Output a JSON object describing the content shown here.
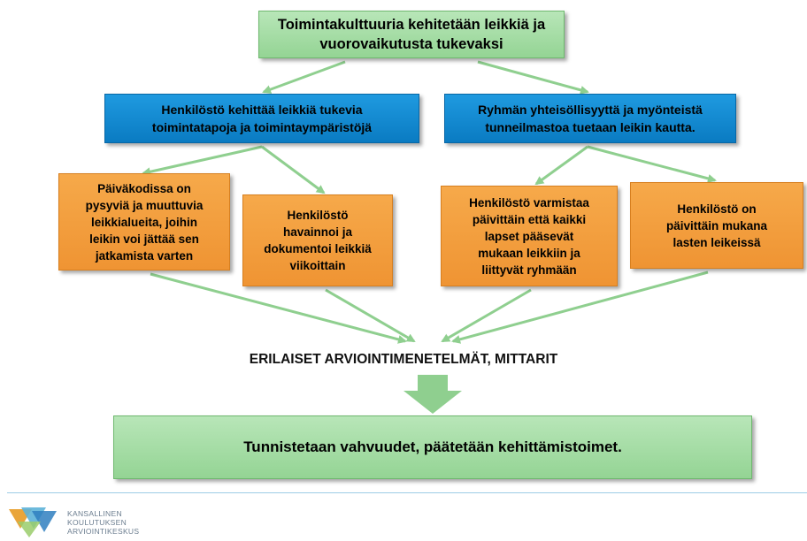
{
  "diagram": {
    "top": "Toimintakulttuuria kehitetään leikkiä ja\nvuorovaikutusta tukevaksi",
    "blue_left": "Henkilöstö kehittää leikkiä tukevia\ntoimintatapoja ja toimintaympäristöjä",
    "blue_right": "Ryhmän yhteisöllisyyttä ja myönteistä\ntunneilmastoa tuetaan leikin kautta.",
    "orange": [
      "Päiväkodissa on\npysyviä ja muuttuvia\nleikkialueita, joihin\nleikin voi jättää sen\njatkamista varten",
      "Henkilöstö\nhavainnoi ja\ndokumentoi leikkiä\nviikoittain",
      "Henkilöstö varmistaa\npäivittäin että kaikki\nlapset pääsevät\nmukaan leikkiin ja\nliittyvät ryhmään",
      "Henkilöstö on\npäivittäin mukana\nlasten leikeissä"
    ],
    "methods": "ERILAISET ARVIOINTIMENETELMÄT, MITTARIT",
    "bottom": "Tunnistetaan vahvuudet, päätetään kehittämistoimet."
  },
  "footer": {
    "logo_lines": [
      "KANSALLINEN",
      "KOULUTUKSEN",
      "ARVIOINTIKESKUS"
    ]
  },
  "colors": {
    "green": "#a8dca8",
    "blue": "#1489d1",
    "orange": "#f29e3d",
    "arrow": "#8fcf8f"
  }
}
